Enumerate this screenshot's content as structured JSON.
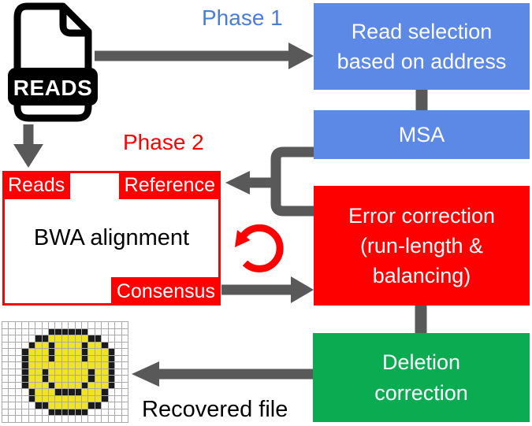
{
  "colors": {
    "blue": "#5C89E6",
    "phase1": "#4A7CD9",
    "red": "#FE0000",
    "green": "#0BAB52",
    "gray": "#595959",
    "syellow": "#F0E41E",
    "sblack": "#1B1B1B",
    "gridline": "#A9A9A9"
  },
  "labels": {
    "phase1": "Phase 1",
    "phase2": "Phase 2",
    "recovered_file": "Recovered file",
    "reads_file": "READS"
  },
  "nodes": {
    "read_selection": [
      "Read selection",
      "based on address"
    ],
    "msa": "MSA",
    "error_correction": [
      "Error correction",
      "(run-length &",
      "balancing)"
    ],
    "deletion_correction": [
      "Deletion",
      "correction"
    ],
    "bwa": "BWA alignment",
    "bwa_ports": {
      "reads": "Reads",
      "reference": "Reference",
      "consensus": "Consensus"
    }
  },
  "smiley": {
    "rows": [
      "...................",
      ".......BBBBBB......",
      ".....BBYYYYYYBB....",
      "....BYYBYYYYBYYB...",
      "...BYYYBYYYYBYYYB..",
      "...BYYYBYYYYBYYYB..",
      "...BYYYYYYYYYYYYB..",
      "...BYYBYYYYYYBYYB..",
      "...BYYBYYYYYYBYYB..",
      "...BYYYBYYYYBYYYB..",
      "....BYYYBBBBYYYB...",
      "....BYYYYYYYYYYB...",
      ".....BBYYYYYYBB....",
      ".......BBBBBB......",
      "..................."
    ]
  }
}
